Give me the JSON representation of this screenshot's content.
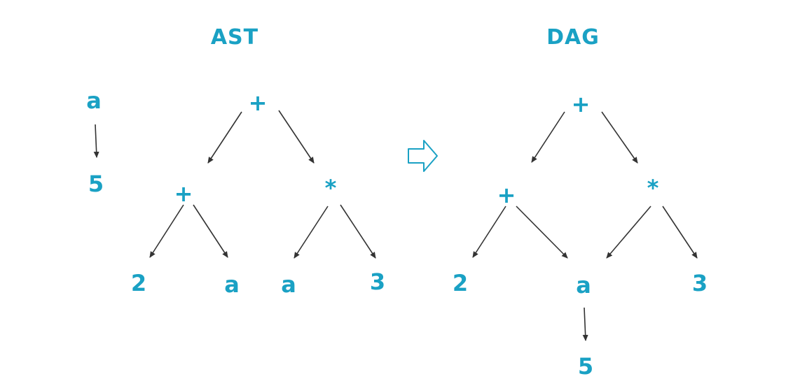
{
  "colors": {
    "accent": "#1aa1c4",
    "edge": "#333333"
  },
  "ast": {
    "title": "AST",
    "root": "+",
    "left_op": "+",
    "right_op": "*",
    "leaf_1": "2",
    "leaf_2": "a",
    "leaf_3": "a",
    "leaf_4": "3",
    "binding_var": "a",
    "binding_value": "5"
  },
  "dag": {
    "title": "DAG",
    "root": "+",
    "left_op": "+",
    "right_op": "*",
    "leaf_1": "2",
    "shared_leaf": "a",
    "leaf_3": "3",
    "shared_value": "5"
  },
  "transform_icon": "right-arrow-icon"
}
